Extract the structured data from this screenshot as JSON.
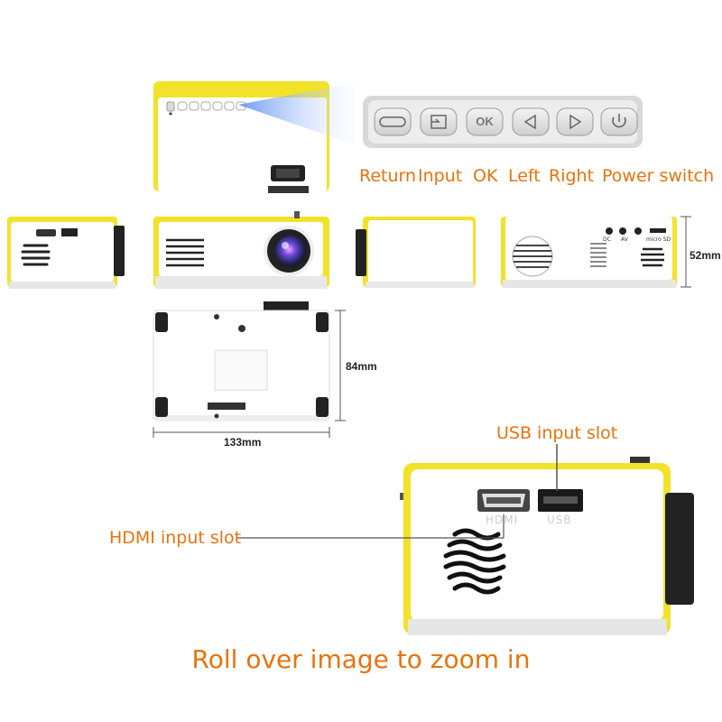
{
  "colors": {
    "accent": "#e8730c",
    "body_yellow": "#f2e22a",
    "body_white": "#ffffff",
    "dark": "#222222"
  },
  "buttons": {
    "labels": [
      "Return",
      "Input",
      "OK",
      "Left",
      "Right",
      "Power switch"
    ],
    "icons": [
      "return-icon",
      "input-icon",
      "ok-icon",
      "left-arrow-icon",
      "right-arrow-icon",
      "power-icon"
    ],
    "ok_glyph": "OK"
  },
  "rear_panel": {
    "ports": [
      "DC",
      "AV",
      "micro SD"
    ]
  },
  "dimensions": {
    "height": "52mm",
    "depth": "84mm",
    "width": "133mm"
  },
  "callouts": {
    "usb": "USB input slot",
    "hdmi": "HDMI input slot",
    "port_hdmi": "HDMI",
    "port_usb": "USB"
  },
  "footer": "Roll over image to zoom in"
}
